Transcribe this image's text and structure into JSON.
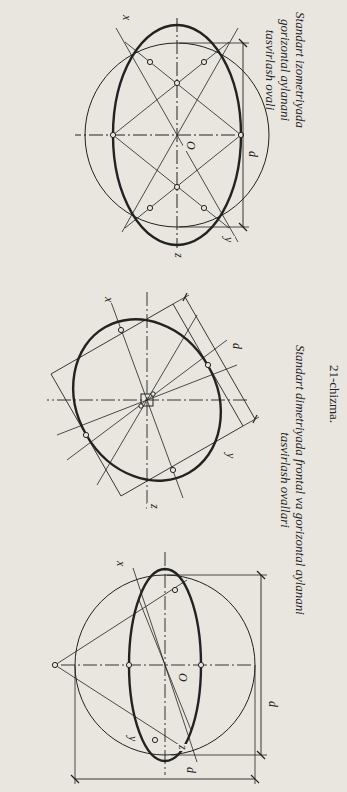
{
  "diagram": {
    "caption": "21-chizma.",
    "labels": [
      "Standart izometriyada gorizontal aylanani tasvirlash ovali",
      "Standart dimetriyada frontal va gorizontal aylanani tasvirlash ovallari",
      "x",
      "y",
      "z",
      "O",
      "d",
      "d",
      "x",
      "z",
      "y",
      "x",
      "O",
      "z",
      "y",
      "d",
      "d"
    ]
  }
}
